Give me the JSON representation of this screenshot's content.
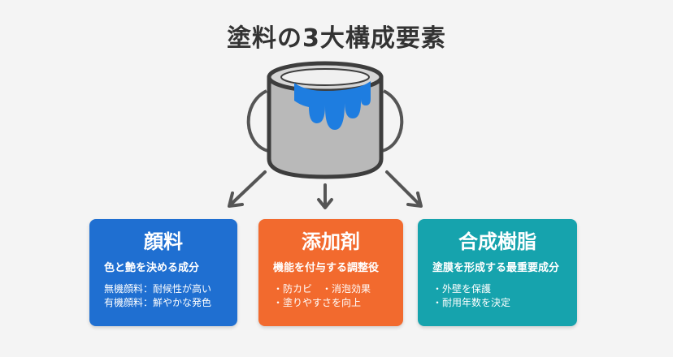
{
  "title": "塗料の3大構成要素",
  "cards": [
    {
      "title": "顔料",
      "subtitle": "色と艶を決める成分",
      "details": [
        "無機顔料：耐候性が高い",
        "有機顔料：鮮やかな発色"
      ],
      "color": "#1f6fd1"
    },
    {
      "title": "添加剤",
      "subtitle": "機能を付与する調整役",
      "details": [
        "・防カビ　・消泡効果",
        "・塗りやすさを向上"
      ],
      "color": "#f26a2e"
    },
    {
      "title": "合成樹脂",
      "subtitle": "塗膜を形成する最重要成分",
      "details": [
        "・外壁を保護",
        "・耐用年数を決定"
      ],
      "color": "#16a3ad"
    }
  ],
  "icons": {
    "bucket": "paint-bucket-icon",
    "arrow": "arrow-down-icon"
  },
  "colors": {
    "paint": "#1e7de0",
    "arrow": "#555555"
  }
}
